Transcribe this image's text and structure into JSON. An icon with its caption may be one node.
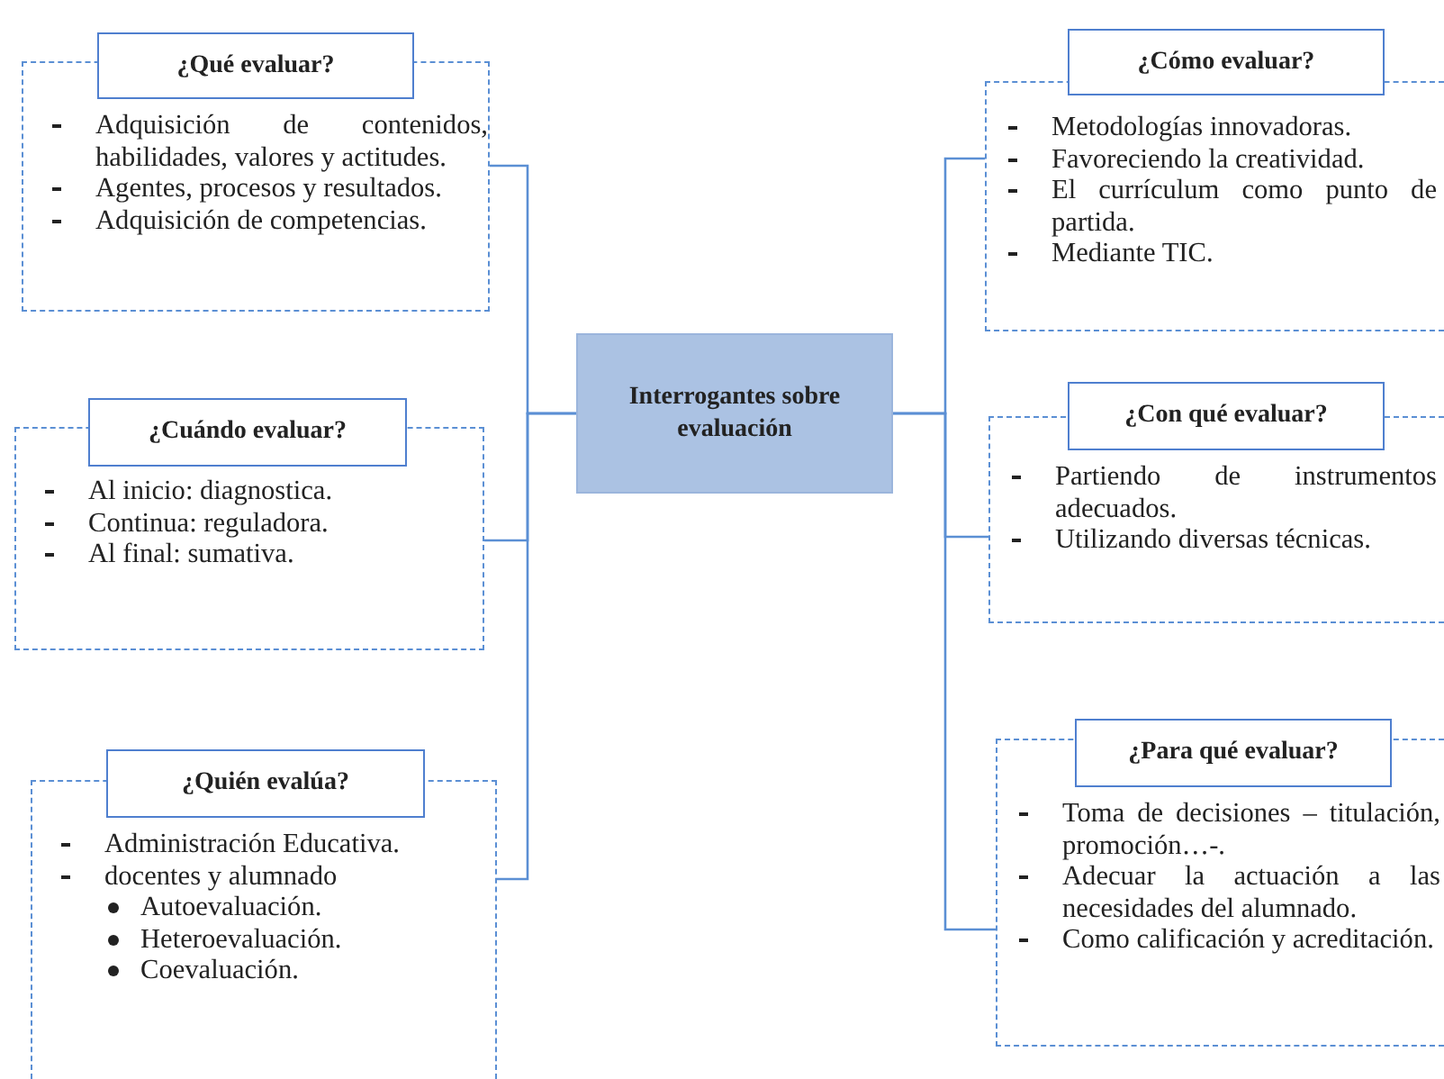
{
  "diagram": {
    "nodes": [
      {
        "text": [
          "Interrogantes sobre evaluación"
        ]
      },
      {
        "text": [
          "¿Qué evaluar?",
          "Adquisición de contenidos, habilidades, valores y actitudes.",
          "Agentes, procesos y resultados.",
          "Adquisición de competencias."
        ]
      },
      {
        "text": [
          "¿Cuándo evaluar?",
          "Al inicio: diagnostica.",
          "Continua: reguladora.",
          "Al final: sumativa."
        ]
      },
      {
        "text": [
          "¿Quién evalúa?",
          "Administración Educativa.",
          "docentes y alumnado",
          "Autoevaluación.",
          "Heteroevaluación.",
          "Coevaluación."
        ]
      },
      {
        "text": [
          "¿Cómo evaluar?",
          "Metodologías innovadoras.",
          "Favoreciendo la creatividad.",
          "El currículum como punto de partida.",
          "Mediante TIC."
        ]
      },
      {
        "text": [
          "¿Con qué evaluar?",
          "Partiendo de instrumentos adecuados.",
          "Utilizando diversas técnicas."
        ]
      },
      {
        "text": [
          "¿Para qué evaluar?",
          "Toma de decisiones – titulación, promoción…-.",
          "Adecuar la actuación a las necesidades del alumnado.",
          "Como calificación y acreditación."
        ]
      }
    ],
    "edges": [
      {
        "from": 0,
        "to": 1,
        "arrow": "none"
      },
      {
        "from": 0,
        "to": 2,
        "arrow": "none"
      },
      {
        "from": 0,
        "to": 3,
        "arrow": "none"
      },
      {
        "from": 0,
        "to": 4,
        "arrow": "none"
      },
      {
        "from": 0,
        "to": 5,
        "arrow": "none"
      },
      {
        "from": 0,
        "to": 6,
        "arrow": "none"
      }
    ]
  }
}
